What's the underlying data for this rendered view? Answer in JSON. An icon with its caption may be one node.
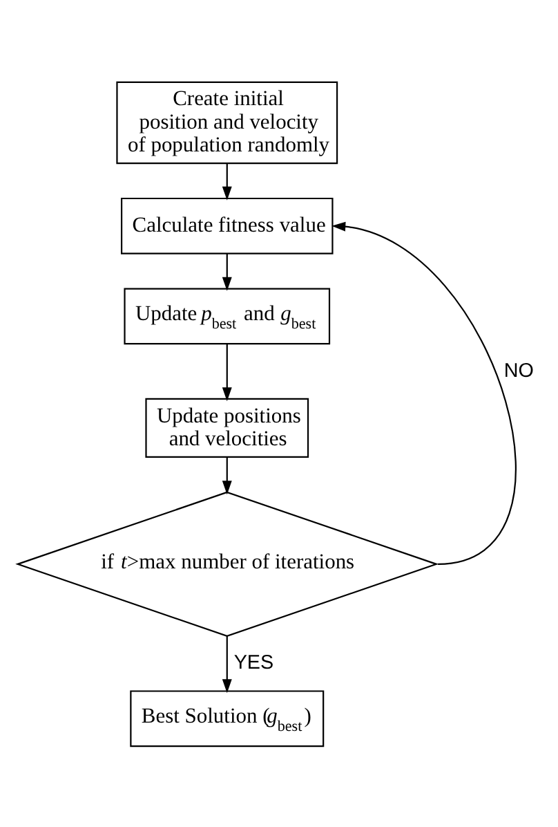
{
  "diagram": {
    "nodes": [
      {
        "text": [
          "Create initial position and velocity of population randomly"
        ]
      },
      {
        "text": [
          "Calculate fitness value"
        ]
      },
      {
        "text": [
          "Update *p*$_{best}$ and *g*$_{best}$"
        ]
      },
      {
        "text": [
          "Update positions and velocities"
        ]
      },
      {
        "text": [
          "if *t*>max number of iterations"
        ]
      },
      {
        "text": [
          "Best Solution (*g*$_{best}$)"
        ]
      }
    ],
    "edges": [
      {
        "from": 0,
        "to": 1,
        "arrow": "to"
      },
      {
        "from": 1,
        "to": 2,
        "arrow": "to"
      },
      {
        "from": 2,
        "to": 3,
        "arrow": "to"
      },
      {
        "from": 3,
        "to": 4,
        "arrow": "to"
      },
      {
        "from": 4,
        "to": 5,
        "arrow": "to",
        "label": "YES"
      },
      {
        "from": 4,
        "to": 1,
        "arrow": "to",
        "label": "NO"
      }
    ]
  }
}
